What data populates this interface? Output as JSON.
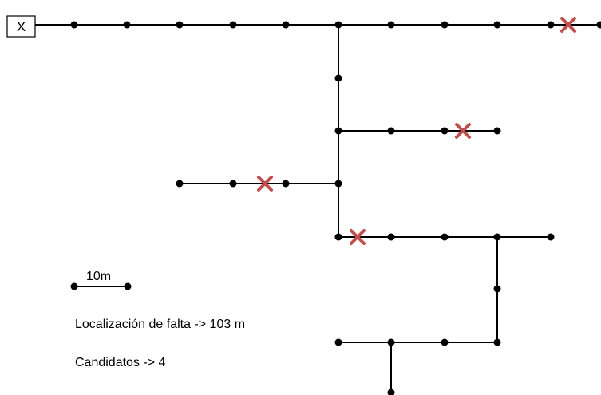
{
  "diagram": {
    "source_label": "X",
    "scale_label": "10m",
    "fault_location_text": "Localización de falta -> 103 m",
    "candidates_text": "Candidatos -> 4",
    "fault_marker_count": 4,
    "colors": {
      "line": "#000000",
      "node": "#000000",
      "fault_marker": "#c0504d",
      "background": "#ffffff"
    },
    "icons": {
      "source": "source-box-icon",
      "node": "node-dot-icon",
      "fault": "fault-cross-icon"
    }
  }
}
